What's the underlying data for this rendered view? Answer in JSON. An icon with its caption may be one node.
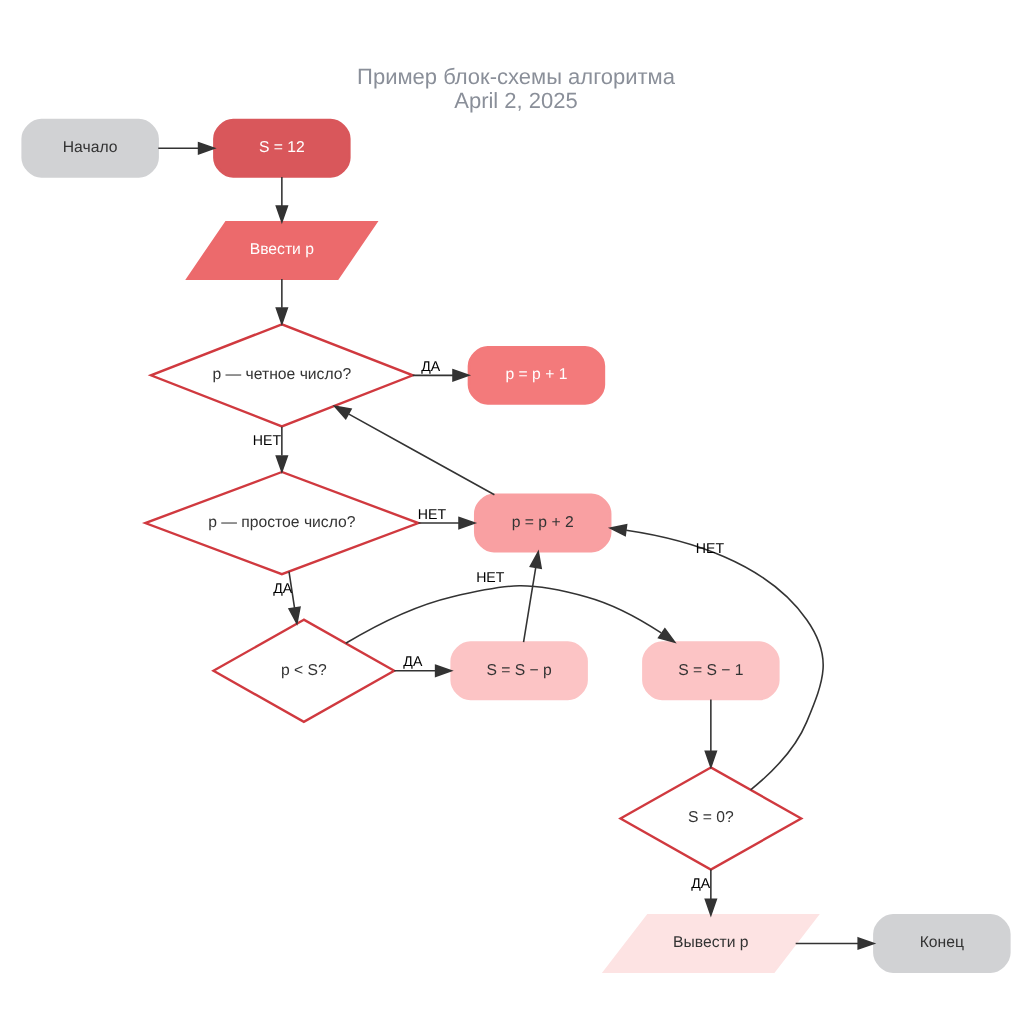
{
  "diagram": {
    "title": "Пример блок-схемы алгоритма",
    "caption": "April 2, 2025",
    "nodes": [
      {
        "text": [
          "Начало"
        ]
      },
      {
        "text": [
          "S = 12"
        ]
      },
      {
        "text": [
          "Ввести p"
        ]
      },
      {
        "text": [
          "p — четное число?"
        ]
      },
      {
        "text": [
          "p = p + 1"
        ]
      },
      {
        "text": [
          "p — простое число?"
        ]
      },
      {
        "text": [
          "p = p + 2"
        ]
      },
      {
        "text": [
          "p < S?"
        ]
      },
      {
        "text": [
          "S = S − 1"
        ]
      },
      {
        "text": [
          "S = S − p"
        ]
      },
      {
        "text": [
          "S = 0?"
        ]
      },
      {
        "text": [
          "Вывести p"
        ]
      },
      {
        "text": [
          "Конец"
        ]
      }
    ],
    "edges": [
      {
        "from": 0,
        "to": 1,
        "arrow": "to"
      },
      {
        "from": 1,
        "to": 2,
        "arrow": "to"
      },
      {
        "from": 2,
        "to": 3,
        "arrow": "to"
      },
      {
        "from": 3,
        "to": 4,
        "arrow": "to",
        "label": "ДА"
      },
      {
        "from": 3,
        "to": 5,
        "arrow": "to",
        "label": "НЕТ"
      },
      {
        "from": 5,
        "to": 6,
        "arrow": "to",
        "label": "НЕТ"
      },
      {
        "from": 6,
        "to": 3,
        "arrow": "to"
      },
      {
        "from": 5,
        "to": 7,
        "arrow": "to",
        "label": "ДА"
      },
      {
        "from": 7,
        "to": 8,
        "arrow": "to",
        "label": "НЕТ"
      },
      {
        "from": 7,
        "to": 9,
        "arrow": "to",
        "label": "ДА"
      },
      {
        "from": 9,
        "to": 6,
        "arrow": "to"
      },
      {
        "from": 8,
        "to": 10,
        "arrow": "to"
      },
      {
        "from": 10,
        "to": 6,
        "arrow": "to",
        "label": "НЕТ"
      },
      {
        "from": 10,
        "to": 11,
        "arrow": "to",
        "label": "ДА"
      },
      {
        "from": 11,
        "to": 12,
        "arrow": "to"
      }
    ]
  }
}
